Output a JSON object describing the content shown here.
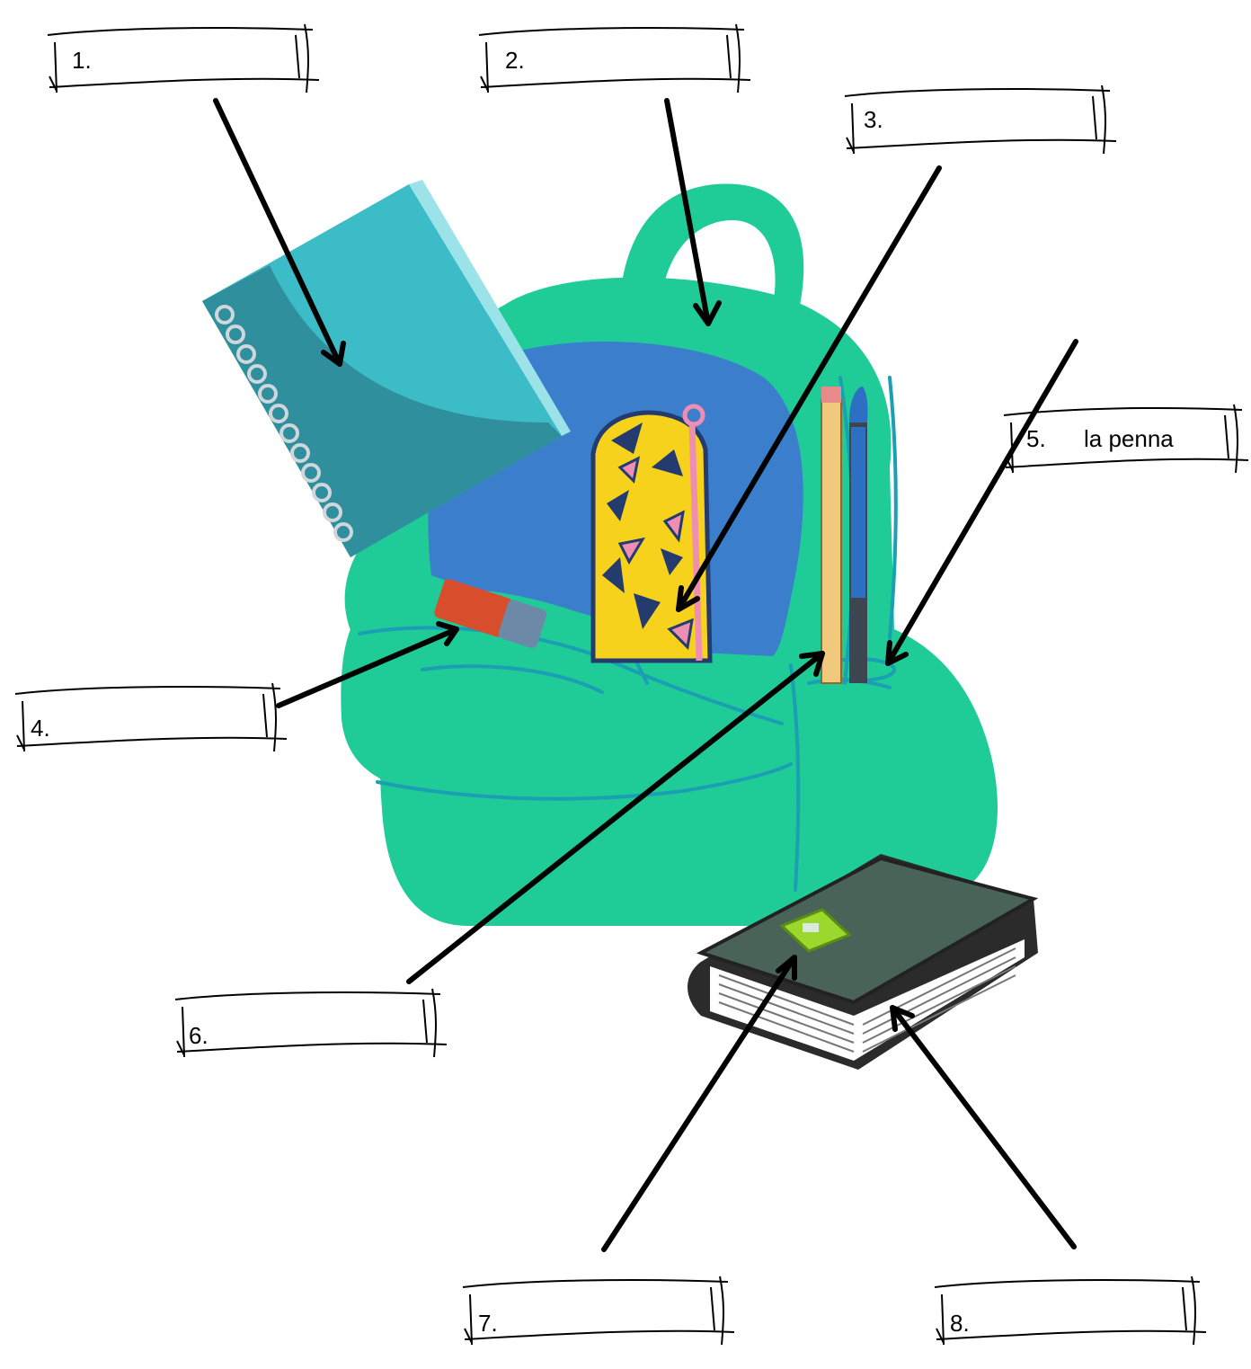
{
  "worksheet": {
    "labels": [
      {
        "number": "1.",
        "answer": ""
      },
      {
        "number": "2.",
        "answer": ""
      },
      {
        "number": "3.",
        "answer": ""
      },
      {
        "number": "4.",
        "answer": ""
      },
      {
        "number": "5.",
        "answer": "la penna"
      },
      {
        "number": "6.",
        "answer": ""
      },
      {
        "number": "7.",
        "answer": ""
      },
      {
        "number": "8.",
        "answer": ""
      }
    ]
  },
  "colors": {
    "backpack": "#1fcc97",
    "backpack_stitch": "#1a9fb3",
    "backpack_inside": "#3b7ecb",
    "notebook": "#3bbcc6",
    "notebook_dark": "#2f8f9d",
    "pencil_case": "#f6d21c",
    "pencil_case_triangle": "#233b6e",
    "pencil_case_pink": "#ef8eb3",
    "eraser": "#d84d2b",
    "eraser_sleeve": "#6c8aa8",
    "pencil": "#f1c97c",
    "pen": "#2d6fc2",
    "book": "#4a6359",
    "book_pages": "#ffffff",
    "sharpener": "#9bd72c",
    "arrow": "#000000"
  }
}
